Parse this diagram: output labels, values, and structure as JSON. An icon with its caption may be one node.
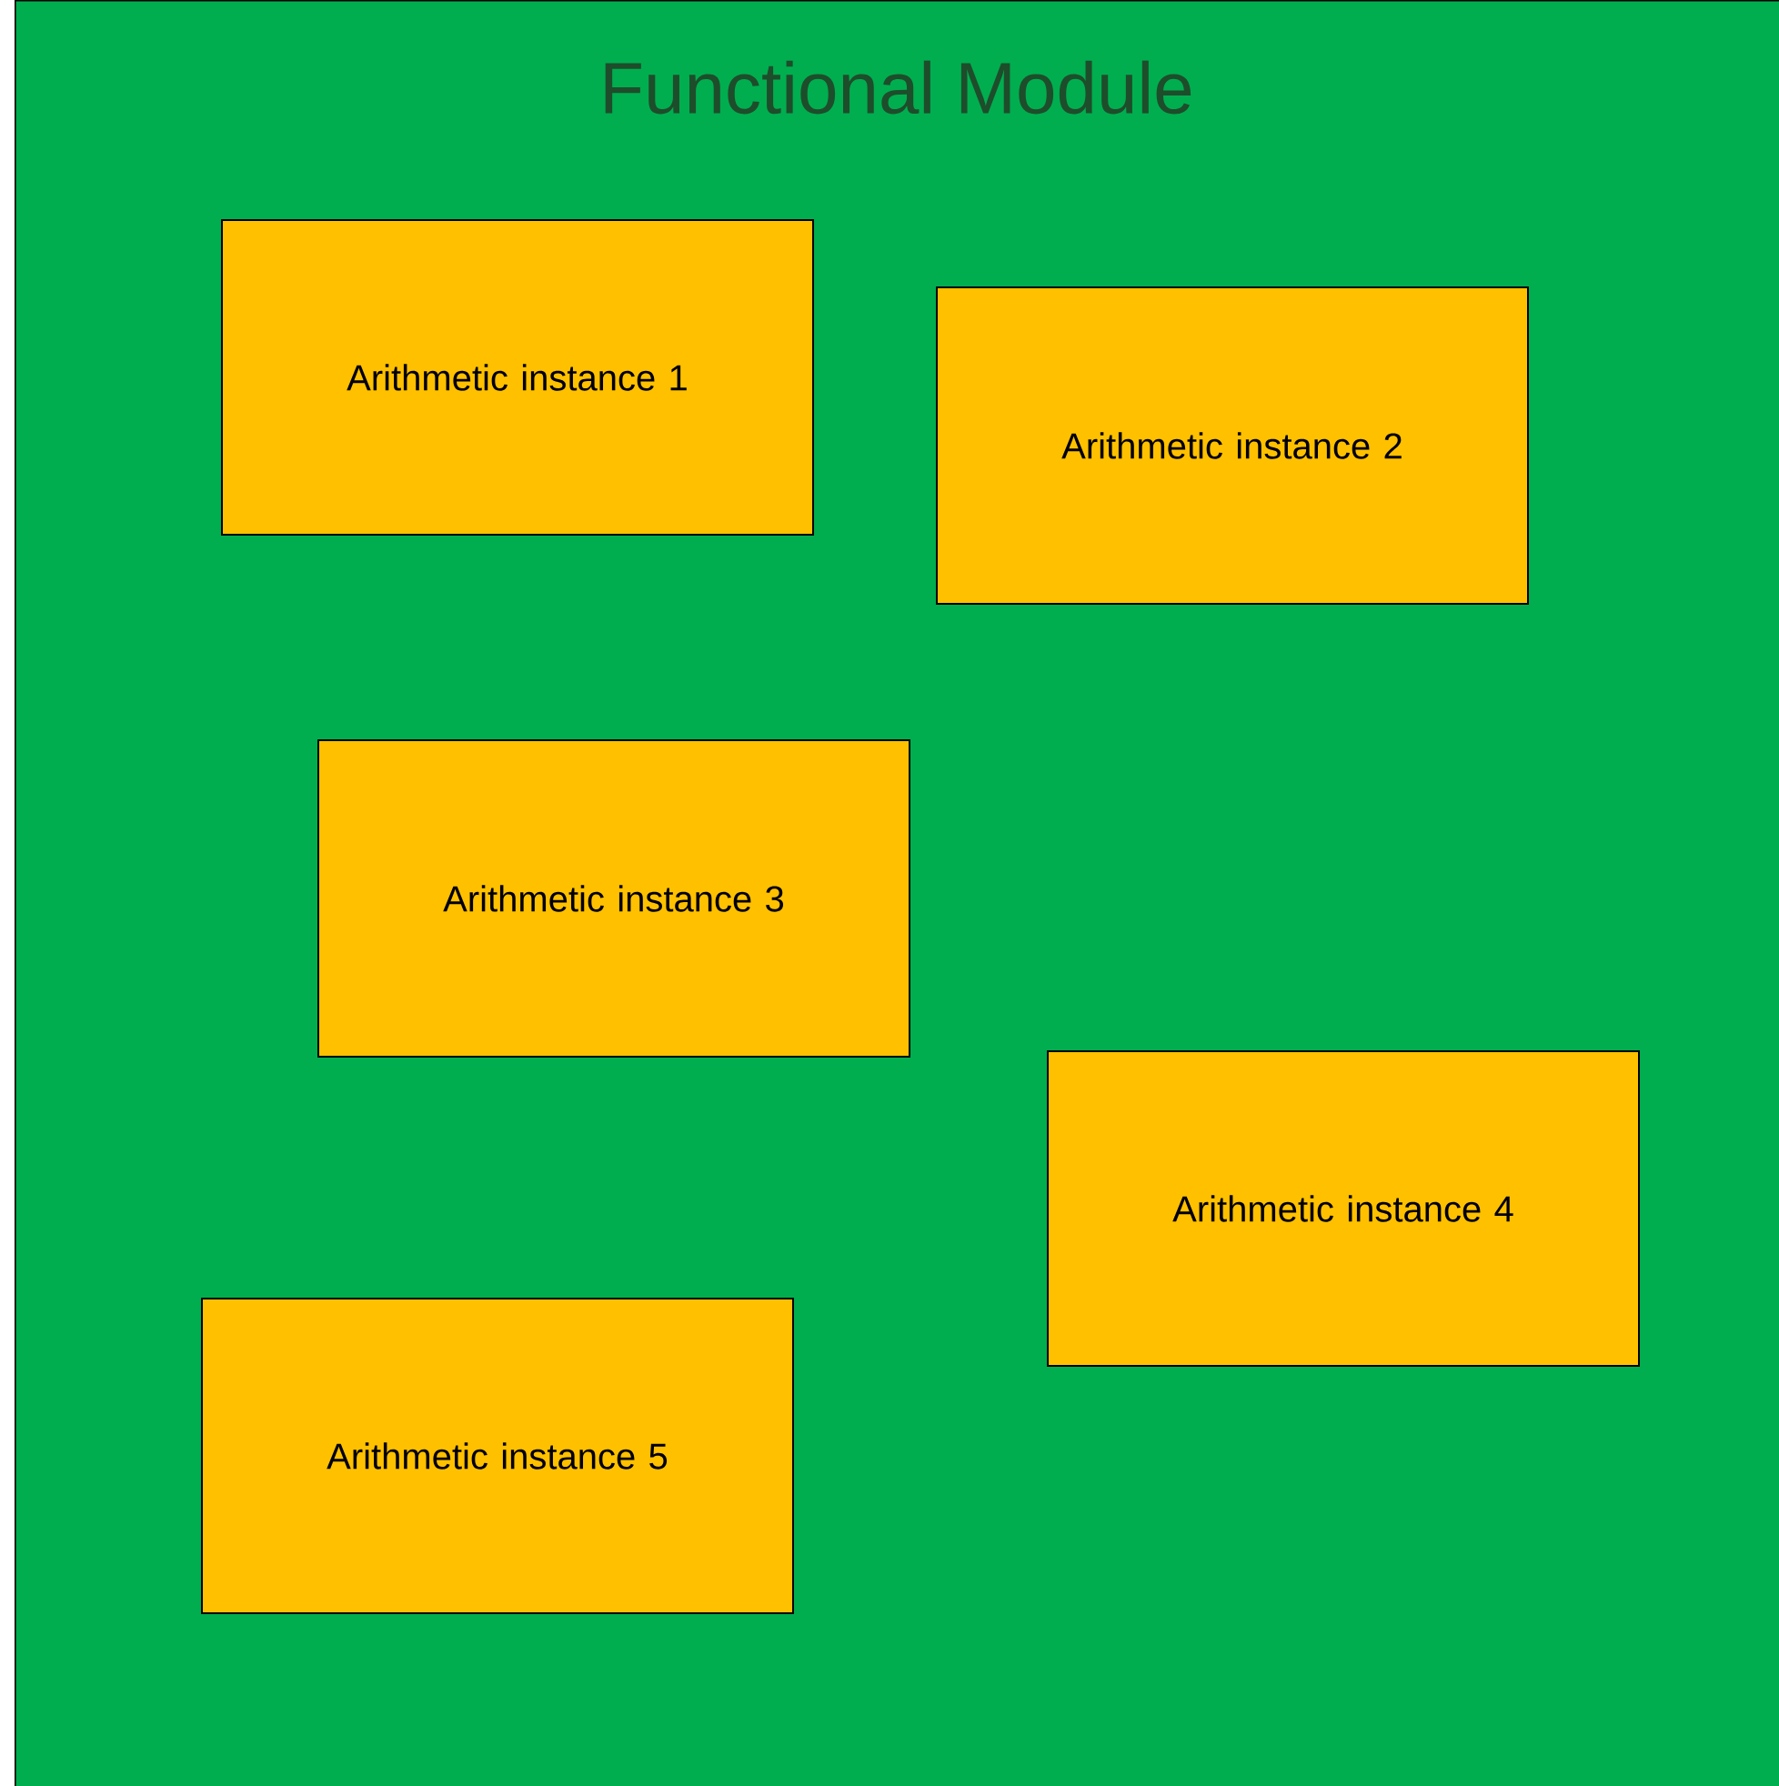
{
  "diagram": {
    "nodes": [
      {
        "text": [
          "Functional Module"
        ]
      },
      {
        "text": [
          "Arithmetic instance 1"
        ],
        "in": 0
      },
      {
        "text": [
          "Arithmetic instance 2"
        ],
        "in": 0
      },
      {
        "text": [
          "Arithmetic instance 3"
        ],
        "in": 0
      },
      {
        "text": [
          "Arithmetic instance 4"
        ],
        "in": 0
      },
      {
        "text": [
          "Arithmetic instance 5"
        ],
        "in": 0
      }
    ]
  }
}
